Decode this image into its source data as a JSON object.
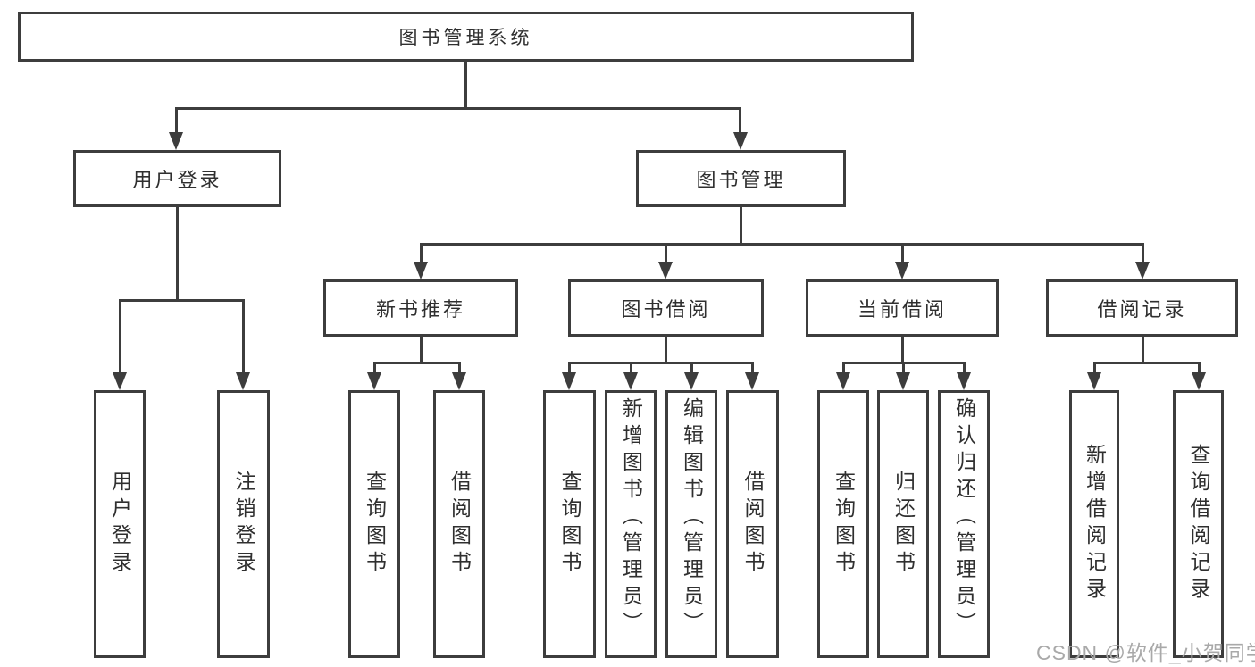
{
  "diagram_type": "hierarchy-tree",
  "tree": {
    "root": {
      "label": "图书管理系统",
      "children": [
        {
          "label": "用户登录",
          "children": [
            {
              "label": "用户登录"
            },
            {
              "label": "注销登录"
            }
          ]
        },
        {
          "label": "图书管理",
          "children": [
            {
              "label": "新书推荐",
              "children": [
                {
                  "label": "查询图书"
                },
                {
                  "label": "借阅图书"
                }
              ]
            },
            {
              "label": "图书借阅",
              "children": [
                {
                  "label": "查询图书"
                },
                {
                  "label": "新增图书（管理员）"
                },
                {
                  "label": "编辑图书（管理员）"
                },
                {
                  "label": "借阅图书"
                }
              ]
            },
            {
              "label": "当前借阅",
              "children": [
                {
                  "label": "查询图书"
                },
                {
                  "label": "归还图书"
                },
                {
                  "label": "确认归还（管理员）"
                }
              ]
            },
            {
              "label": "借阅记录",
              "children": [
                {
                  "label": "新增借阅记录"
                },
                {
                  "label": "查询借阅记录"
                }
              ]
            }
          ]
        }
      ]
    }
  },
  "watermark": {
    "text": "CSDN @软件_小贺同学"
  },
  "colors": {
    "line": "#3d3d3d",
    "box_border": "#3d3d3d",
    "box_background": "#ffffff",
    "text": "#2f2f2f",
    "watermark": "#a9a9a9",
    "background": "#ffffff"
  }
}
